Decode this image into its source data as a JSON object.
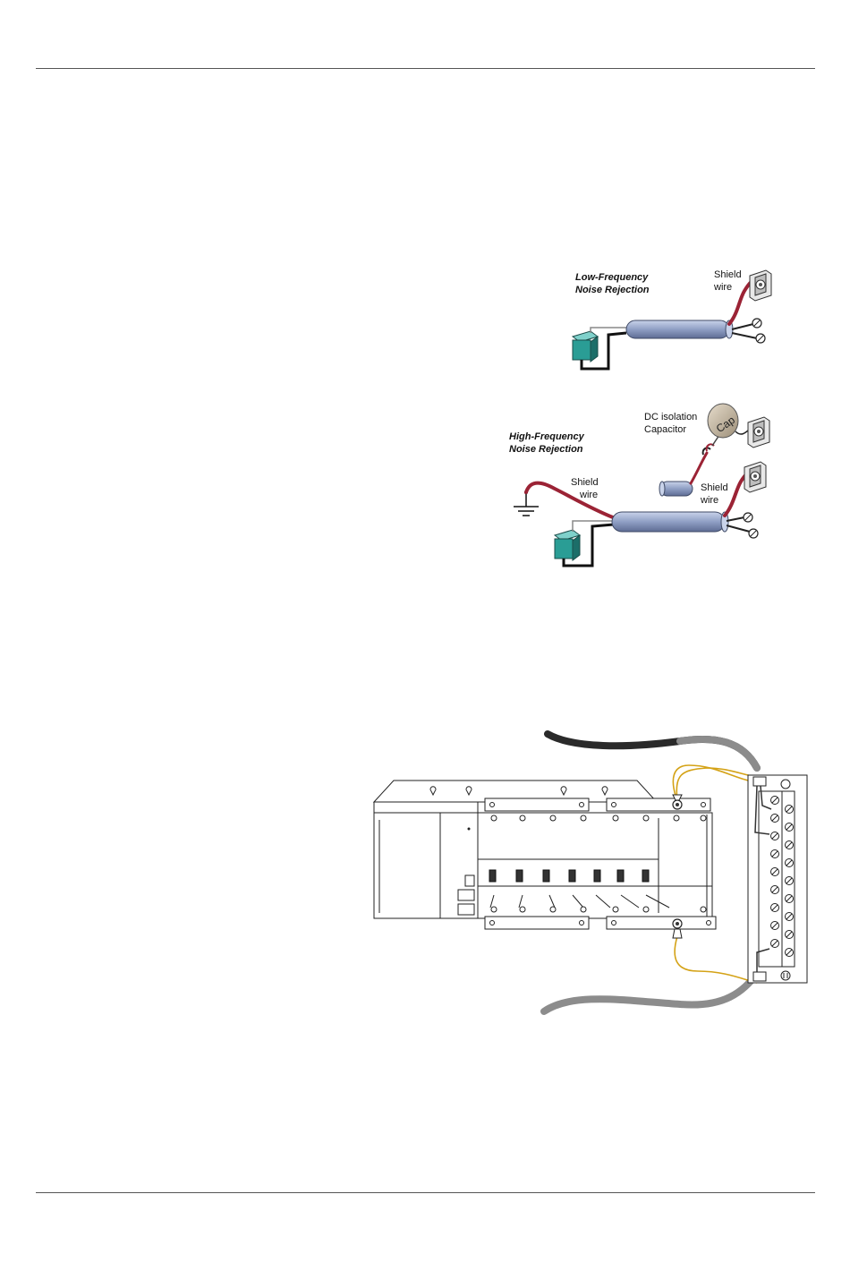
{
  "low_frequency": {
    "title_line1": "Low-Frequency",
    "title_line2": "Noise Rejection",
    "shield_line1": "Shield",
    "shield_line2": "wire"
  },
  "high_frequency": {
    "title_line1": "High-Frequency",
    "title_line2": "Noise Rejection",
    "capacitor_line1": "DC isolation",
    "capacitor_line2": "Capacitor",
    "cap_text": "Cap",
    "shield_left_line1": "Shield",
    "shield_left_line2": "wire",
    "shield_right_line1": "Shield",
    "shield_right_line2": "wire"
  },
  "colors": {
    "shield_wire": "#9b2335",
    "cable": "#8f9fc4",
    "sensor": "#2a9d95",
    "ground_wire": "#d4a216",
    "trunk_cable": "#8c8c8c"
  }
}
